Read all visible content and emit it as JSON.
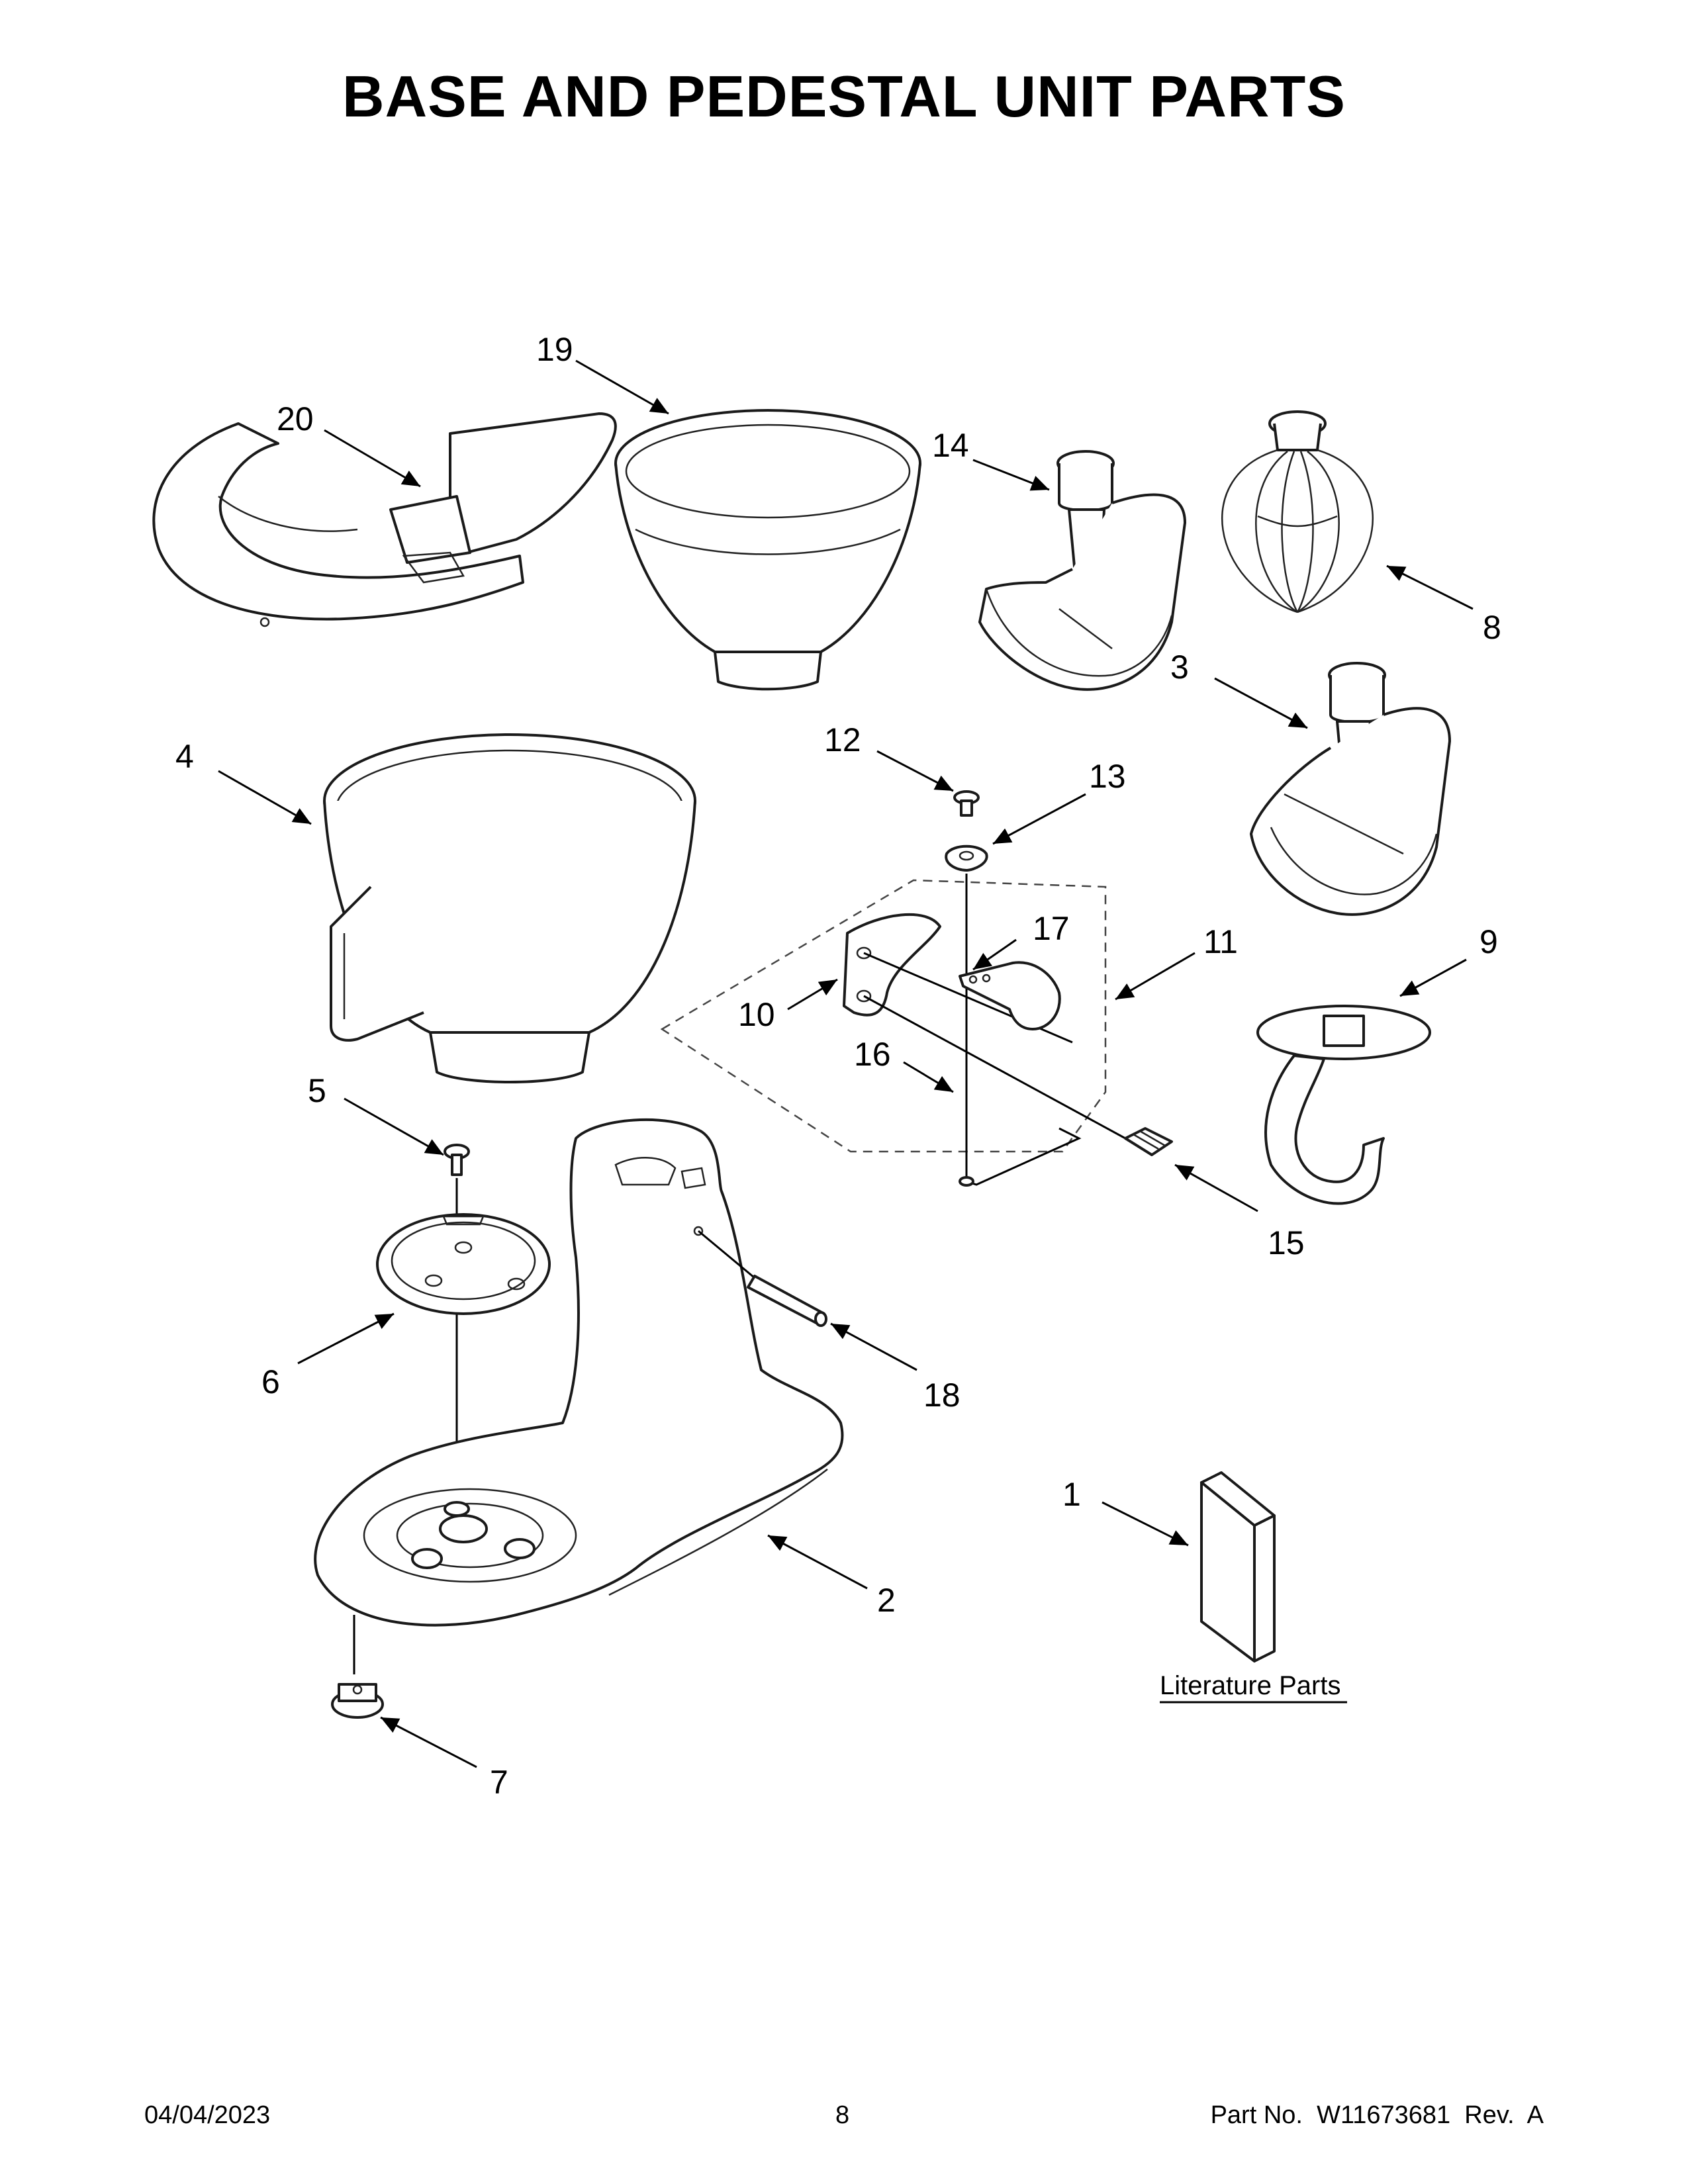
{
  "page": {
    "title": "BASE AND PEDESTAL UNIT PARTS"
  },
  "callouts": {
    "c1": "1",
    "c2": "2",
    "c3": "3",
    "c4": "4",
    "c5": "5",
    "c6": "6",
    "c7": "7",
    "c8": "8",
    "c9": "9",
    "c10": "10",
    "c11": "11",
    "c12": "12",
    "c13": "13",
    "c14": "14",
    "c15": "15",
    "c16": "16",
    "c17": "17",
    "c18": "18",
    "c19": "19",
    "c20": "20"
  },
  "literature": {
    "label": "Literature Parts"
  },
  "footer": {
    "date": "04/04/2023",
    "page_number": "8",
    "part_number": "Part No.  W11673681  Rev.  A"
  }
}
